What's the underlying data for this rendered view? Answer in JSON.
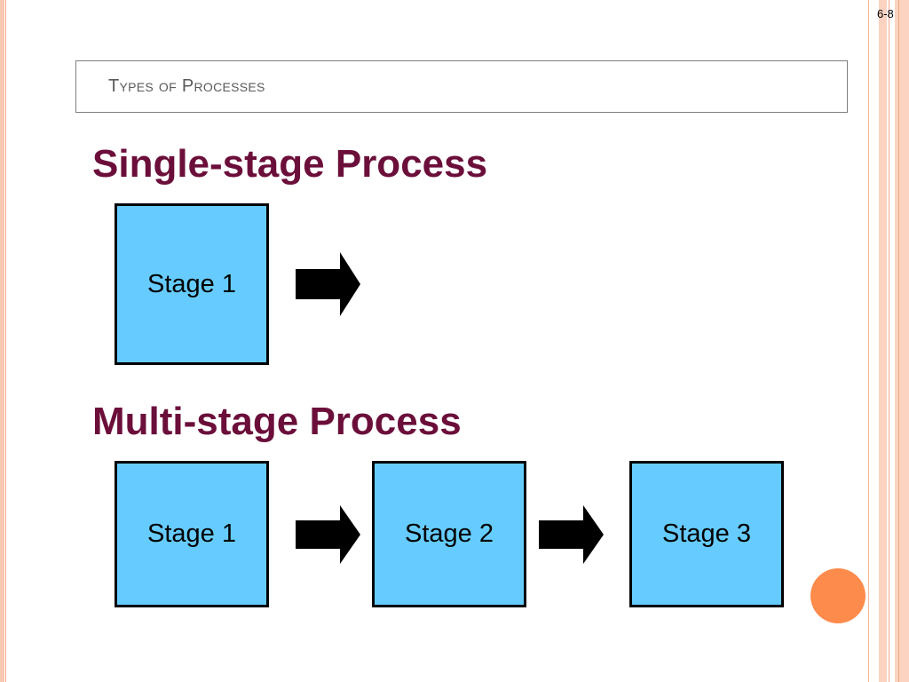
{
  "slide": {
    "page_number": "6-8",
    "title": "Types of Processes"
  },
  "sections": [
    {
      "heading": "Single-stage Process",
      "stages": [
        "Stage 1"
      ]
    },
    {
      "heading": "Multi-stage Process",
      "stages": [
        "Stage 1",
        "Stage 2",
        "Stage 3"
      ]
    }
  ],
  "colors": {
    "stage_fill": "#66ccff",
    "heading_color": "#6b0f3a",
    "accent_dot": "#fd8b4c"
  }
}
